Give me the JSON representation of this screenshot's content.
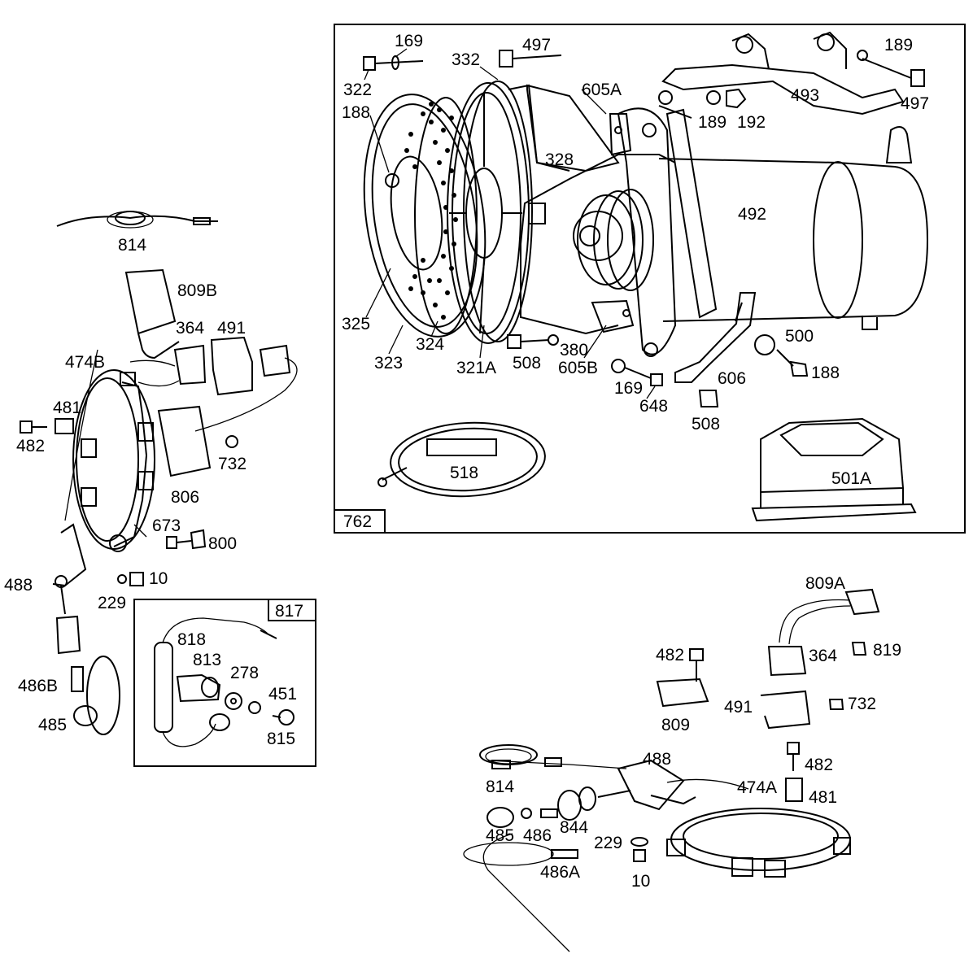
{
  "parts": {
    "p814_top": "814",
    "p809B": "809B",
    "p364_left": "364",
    "p491_left": "491",
    "p474B": "474B",
    "p481_left": "481",
    "p482_left": "482",
    "p732_left": "732",
    "p806": "806",
    "p673": "673",
    "p800": "800",
    "p488_left": "488",
    "p229_left": "229",
    "p10_left": "10",
    "p486B": "486B",
    "p485_left": "485",
    "p817": "817",
    "p818": "818",
    "p813": "813",
    "p278": "278",
    "p451": "451",
    "p815": "815",
    "p762": "762",
    "p169_top": "169",
    "p322": "322",
    "p332": "332",
    "p497_top": "497",
    "p605A": "605A",
    "p189_top": "189",
    "p493": "493",
    "p497_right": "497",
    "p188_left": "188",
    "p189_mid": "189",
    "p192": "192",
    "p328": "328",
    "p492": "492",
    "p325": "325",
    "p323": "323",
    "p324": "324",
    "p321A": "321A",
    "p508_left": "508",
    "p380": "380",
    "p605B": "605B",
    "p169_bot": "169",
    "p648": "648",
    "p606": "606",
    "p500": "500",
    "p188_right": "188",
    "p508_bot": "508",
    "p518": "518",
    "p501A": "501A",
    "p809A": "809A",
    "p482_r1": "482",
    "p364_right": "364",
    "p819": "819",
    "p809": "809",
    "p491_right": "491",
    "p732_right": "732",
    "p482_r2": "482",
    "p488_right": "488",
    "p474A": "474A",
    "p481_right": "481",
    "p814_right": "814",
    "p844": "844",
    "p229_right": "229",
    "p485_right": "485",
    "p486": "486",
    "p486A": "486A",
    "p10_right": "10"
  }
}
